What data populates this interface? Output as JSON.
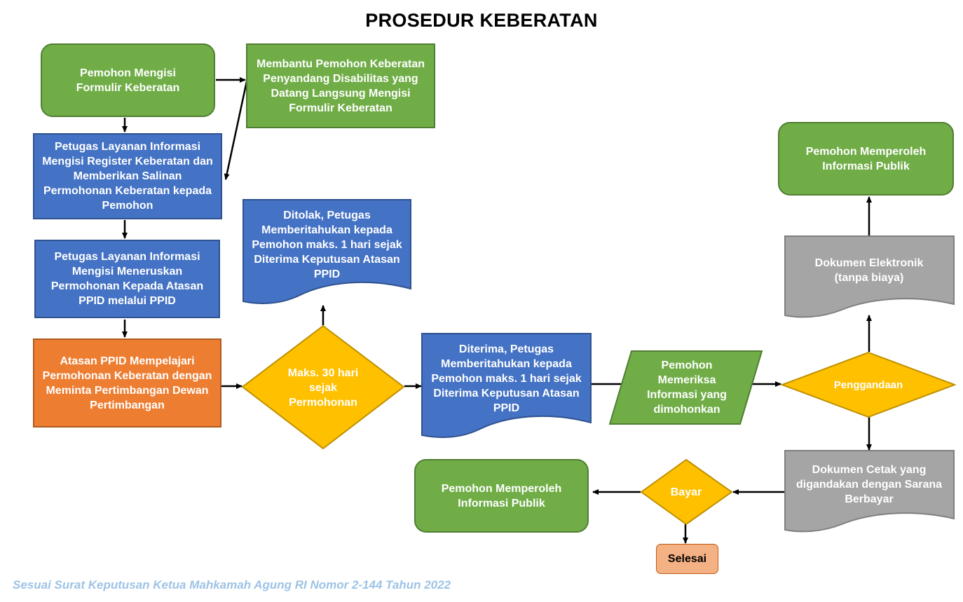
{
  "title": "PROSEDUR KEBERATAN",
  "colors": {
    "green": "#70ad47",
    "blue": "#4472c4",
    "orange": "#ed7d31",
    "yellow": "#ffc000",
    "gray": "#a5a5a5",
    "salmon": "#f4b183"
  },
  "nodes": {
    "pemohon_mengisi": "Pemohon Mengisi Formulir Keberatan",
    "membantu_pemohon": "Membantu Pemohon Keberatan Penyandang Disabilitas yang Datang Langsung Mengisi Formulir Keberatan",
    "petugas_register": "Petugas Layanan Informasi Mengisi Register Keberatan dan Memberikan Salinan Permohonan Keberatan kepada Pemohon",
    "petugas_meneruskan": "Petugas Layanan Informasi Mengisi Meneruskan Permohonan Kepada Atasan PPID melalui PPID",
    "atasan_ppid": "Atasan PPID Mempelajari Permohonan Keberatan dengan Meminta Pertimbangan Dewan Pertimbangan",
    "maks_30": "Maks. 30 hari sejak Permohonan",
    "ditolak": "Ditolak, Petugas Memberitahukan kepada Pemohon maks. 1 hari sejak Diterima Keputusan Atasan PPID",
    "diterima": "Diterima, Petugas Memberitahukan kepada Pemohon maks. 1 hari sejak Diterima Keputusan Atasan PPID",
    "pemohon_memeriksa": "Pemohon Memeriksa Informasi yang dimohonkan",
    "penggandaan": "Penggandaan",
    "dokumen_elektronik": "Dokumen Elektronik (tanpa biaya)",
    "pemohon_memperoleh_1": "Pemohon Memperoleh Informasi Publik",
    "dokumen_cetak": "Dokumen Cetak yang digandakan dengan Sarana Berbayar",
    "bayar": "Bayar",
    "pemohon_memperoleh_2": "Pemohon Memperoleh Informasi Publik",
    "selesai": "Selesai"
  },
  "footer": "Sesuai Surat Keputusan Ketua Mahkamah Agung RI Nomor 2-144 Tahun 2022"
}
